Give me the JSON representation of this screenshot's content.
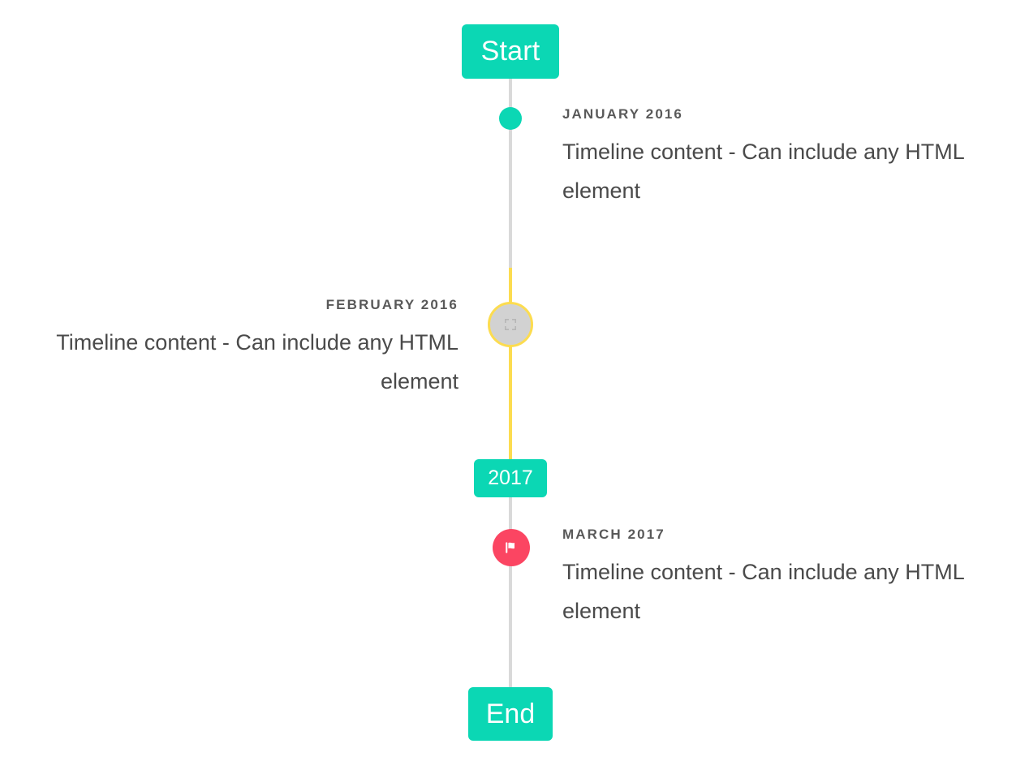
{
  "timeline": {
    "start_label": "Start",
    "middle_label": "2017",
    "end_label": "End",
    "colors": {
      "accent_teal": "#0BD7B4",
      "rail_gray": "#D9D9D9",
      "rail_active_yellow": "#FCDC50",
      "marker_pink": "#FB4562",
      "marker_gray_fill": "#D2D2D2",
      "date_text": "#595959",
      "body_text": "#4A4A4A",
      "page_background": "#FFFFFF"
    },
    "events": [
      {
        "date": "JANUARY 2016",
        "body": "Timeline content - Can include any HTML element",
        "side": "right",
        "marker": "dot-icon",
        "marker_color": "#0BD7B4"
      },
      {
        "date": "FEBRUARY 2016",
        "body": "Timeline content - Can include any HTML element",
        "side": "left",
        "marker": "broken-image-icon",
        "marker_color": "#FCDC50"
      },
      {
        "date": "MARCH 2017",
        "body": "Timeline content - Can include any HTML element",
        "side": "right",
        "marker": "flag-icon",
        "marker_color": "#FB4562"
      }
    ]
  }
}
